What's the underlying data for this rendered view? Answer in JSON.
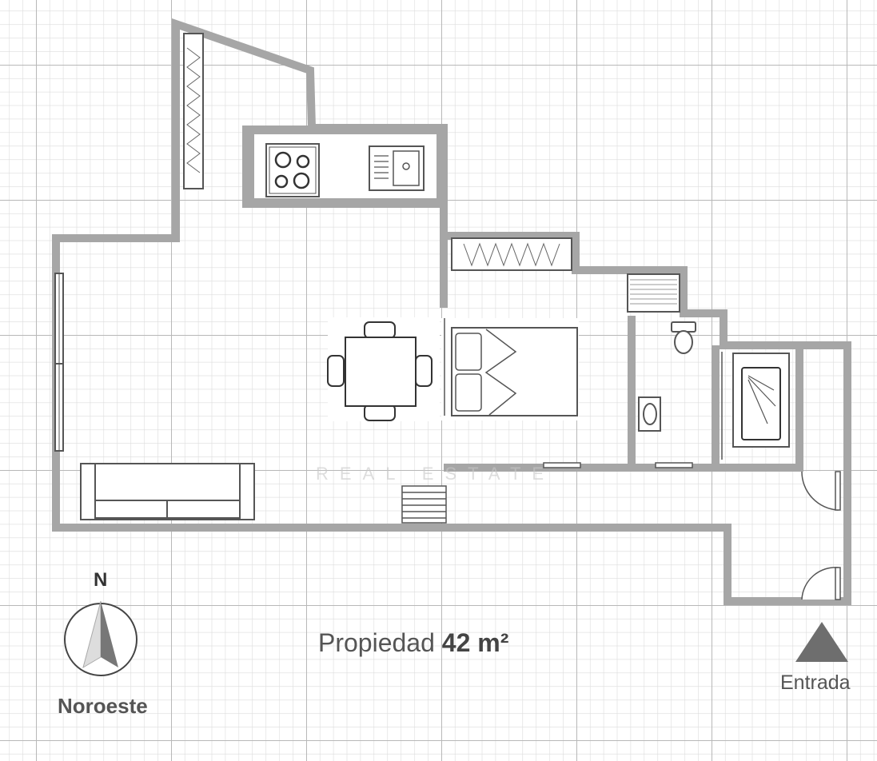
{
  "plan": {
    "area_prefix": "Propiedad",
    "area_value": "42 m²",
    "compass_letter": "N",
    "compass_direction": "Noroeste",
    "entrance_label": "Entrada",
    "watermark": "REAL ESTATE"
  },
  "colors": {
    "wall": "#a6a6a6",
    "grid_minor": "#dcdcdc",
    "grid_major": "#b8b8b8",
    "furniture_stroke": "#555555",
    "entrance_marker": "#6e6e6e"
  },
  "icons": [
    "compass-icon",
    "entrance-triangle-icon",
    "stove-icon",
    "sink-icon",
    "toilet-icon",
    "shower-icon"
  ]
}
